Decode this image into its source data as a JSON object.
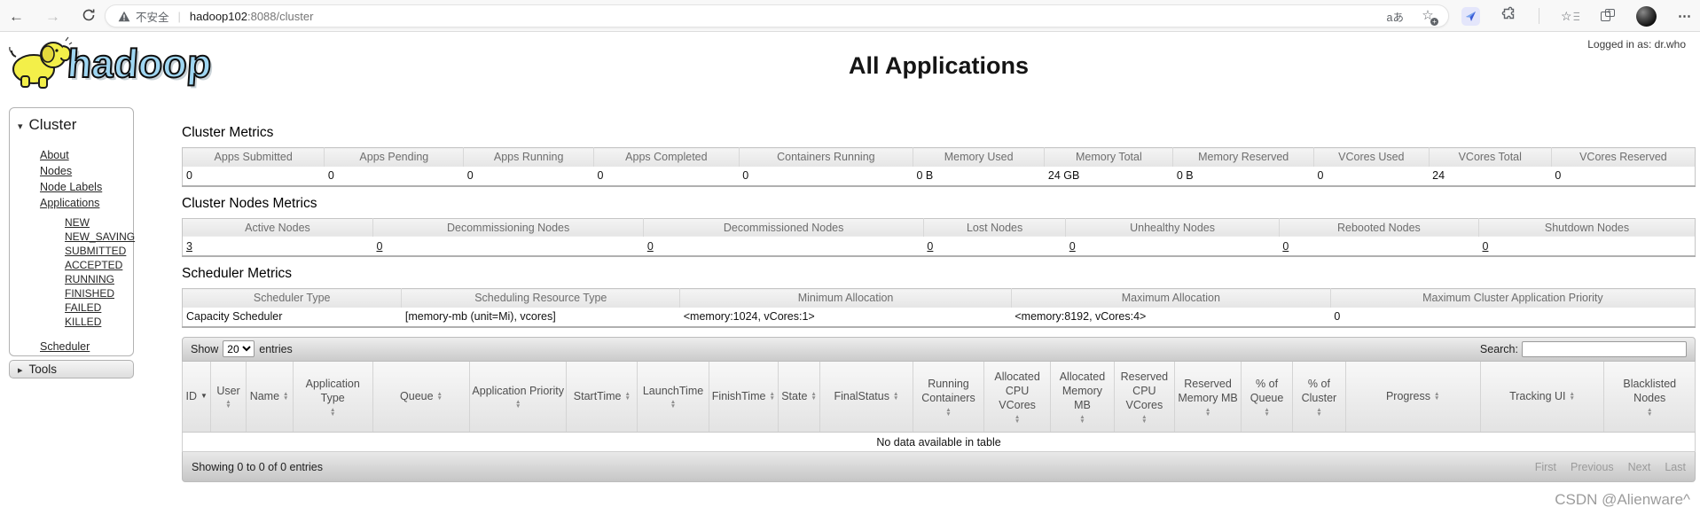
{
  "browser": {
    "security_label": "不安全",
    "url_host": "hadoop102",
    "url_rest": ":8088/cluster",
    "divider": "|",
    "translate_icon_text": "aあ"
  },
  "header": {
    "logged_in_label": "Logged in as: dr.who",
    "logo_text": "hadoop",
    "title": "All Applications"
  },
  "sidebar": {
    "cluster_title": "Cluster",
    "items": [
      "About",
      "Nodes",
      "Node Labels",
      "Applications"
    ],
    "app_states": [
      "NEW",
      "NEW_SAVING",
      "SUBMITTED",
      "ACCEPTED",
      "RUNNING",
      "FINISHED",
      "FAILED",
      "KILLED"
    ],
    "scheduler_label": "Scheduler",
    "tools_title": "Tools"
  },
  "cluster_metrics": {
    "heading": "Cluster Metrics",
    "columns": [
      "Apps Submitted",
      "Apps Pending",
      "Apps Running",
      "Apps Completed",
      "Containers Running",
      "Memory Used",
      "Memory Total",
      "Memory Reserved",
      "VCores Used",
      "VCores Total",
      "VCores Reserved"
    ],
    "values": [
      "0",
      "0",
      "0",
      "0",
      "0",
      "0 B",
      "24 GB",
      "0 B",
      "0",
      "24",
      "0"
    ]
  },
  "cluster_nodes_metrics": {
    "heading": "Cluster Nodes Metrics",
    "columns": [
      "Active Nodes",
      "Decommissioning Nodes",
      "Decommissioned Nodes",
      "Lost Nodes",
      "Unhealthy Nodes",
      "Rebooted Nodes",
      "Shutdown Nodes"
    ],
    "values": [
      "3",
      "0",
      "0",
      "0",
      "0",
      "0",
      "0"
    ]
  },
  "scheduler_metrics": {
    "heading": "Scheduler Metrics",
    "columns": [
      "Scheduler Type",
      "Scheduling Resource Type",
      "Minimum Allocation",
      "Maximum Allocation",
      "Maximum Cluster Application Priority"
    ],
    "values": [
      "Capacity Scheduler",
      "[memory-mb (unit=Mi), vcores]",
      "<memory:1024, vCores:1>",
      "<memory:8192, vCores:4>",
      "0"
    ]
  },
  "apps_table": {
    "show_label": "Show",
    "page_size": "20",
    "entries_label": "entries",
    "search_label": "Search:",
    "search_value": "",
    "columns": [
      "ID",
      "User",
      "Name",
      "Application Type",
      "Queue",
      "Application Priority",
      "StartTime",
      "LaunchTime",
      "FinishTime",
      "State",
      "FinalStatus",
      "Running Containers",
      "Allocated CPU VCores",
      "Allocated Memory MB",
      "Reserved CPU VCores",
      "Reserved Memory MB",
      "% of Queue",
      "% of Cluster",
      "Progress",
      "Tracking UI",
      "Blacklisted Nodes"
    ],
    "empty_message": "No data available in table",
    "info_text": "Showing 0 to 0 of 0 entries",
    "pagination": {
      "first": "First",
      "previous": "Previous",
      "next": "Next",
      "last": "Last"
    }
  },
  "watermark": "CSDN @Alienware^",
  "colors": {
    "logo_blue": "#9fd6f2",
    "elephant_yellow": "#f3ef49",
    "bar_gradient_top": "#ededed",
    "bar_gradient_bottom": "#cbcbcb",
    "header_text_gray": "#6e6e6e",
    "chrome_icon_gray": "#5f6368"
  }
}
